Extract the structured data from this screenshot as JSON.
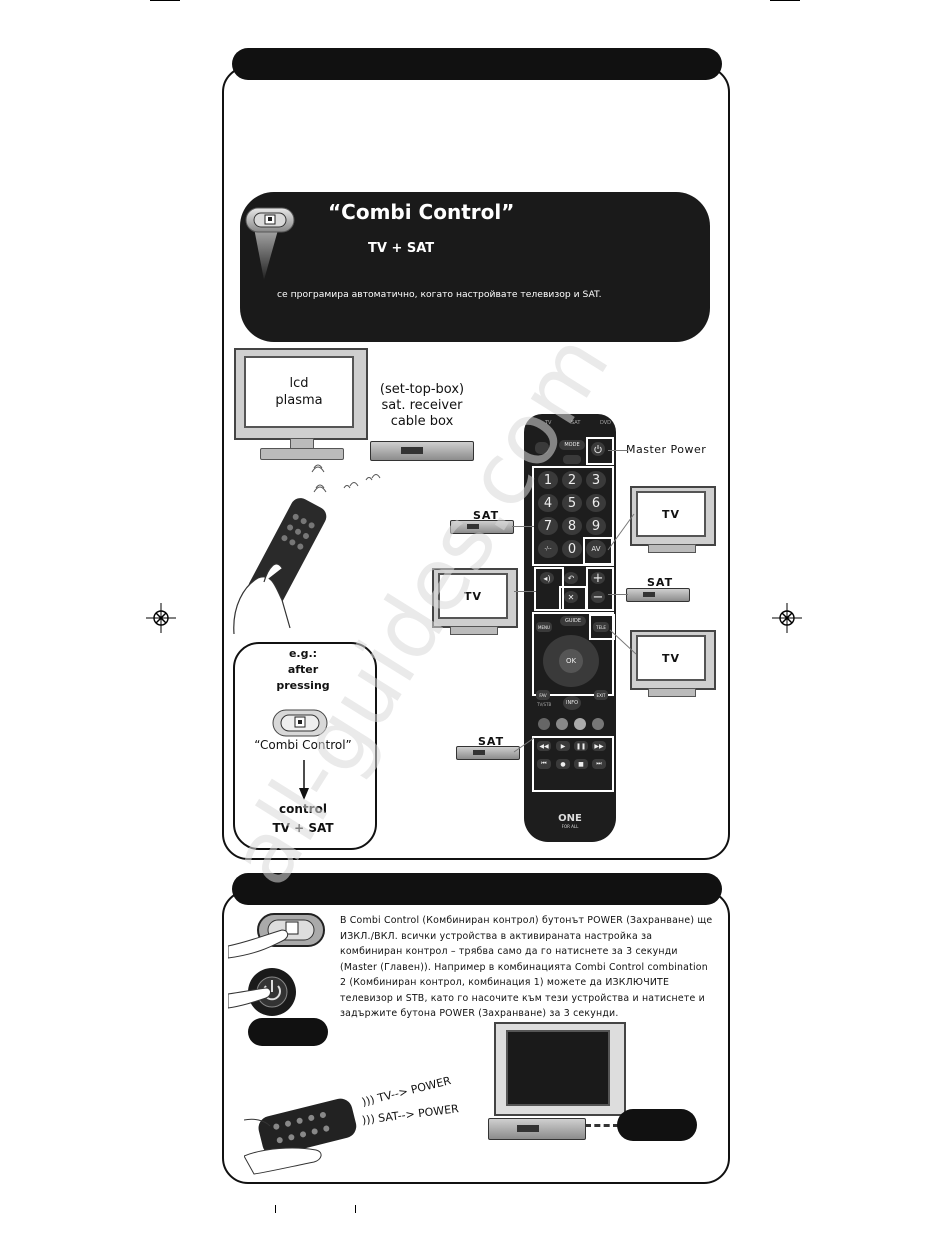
{
  "watermark": "all-guides.com",
  "combi_panel": {
    "heading": "“Combi Control”",
    "mode": "TV + SAT",
    "description": "се програмира автоматично, когато настройвате телевизор и SAT."
  },
  "illustration": {
    "tv_screen_line1": "lcd",
    "tv_screen_line2": "plasma",
    "stb_line1": "(set-top-box)",
    "stb_line2": "sat. receiver",
    "stb_line3": "cable box",
    "master_power": "Master Power",
    "labels": {
      "sat_1": "SAT",
      "tv_1": "TV",
      "tv_2": "TV",
      "sat_2": "SAT",
      "tv_3": "TV",
      "sat_3": "SAT"
    }
  },
  "remote": {
    "mode_keys": [
      "TV",
      "SAT",
      "DVD"
    ],
    "mode_button": "MODE",
    "digits": [
      "1",
      "2",
      "3",
      "4",
      "5",
      "6",
      "7",
      "8",
      "9",
      "-/--",
      "0",
      "AV"
    ],
    "ok": "OK",
    "menu": "MENU",
    "guide": "GUIDE",
    "teletext": "TELE",
    "fav": "FAV",
    "exit": "EXIT",
    "info": "INFO",
    "tvstb": "TV/STB",
    "brand_line1": "ONE",
    "brand_line2": "FOR ALL"
  },
  "example_panel": {
    "line1": "e.g.:",
    "line2": "after",
    "line3": "pressing",
    "button_label": "“Combi Control”",
    "line4": "control",
    "line5": "TV + SAT"
  },
  "power_section": {
    "paragraph": "В Combi Control (Комбиниран контрол) бутонът POWER (Захранване) ще ИЗКЛ./ВКЛ. всички устройства в активираната настройка за комбиниран контрол – трябва само да го натиснете за 3 секунди (Master (Главен)). Например в комбинацията Combi Control combination 2 (Комбиниран контрол, комбинация 1) можете да ИЗКЛЮЧИТЕ телевизор и STB, като го насочите към тези устройства и натиснете и задържите бутона POWER (Захранване) за 3 секунди.",
    "signal_1": "TV--> POWER",
    "signal_2": "SAT--> POWER"
  },
  "colors": {
    "bar": "#111111",
    "panel_dark": "#1a1a1a",
    "watermark": "#d9d9d9"
  }
}
